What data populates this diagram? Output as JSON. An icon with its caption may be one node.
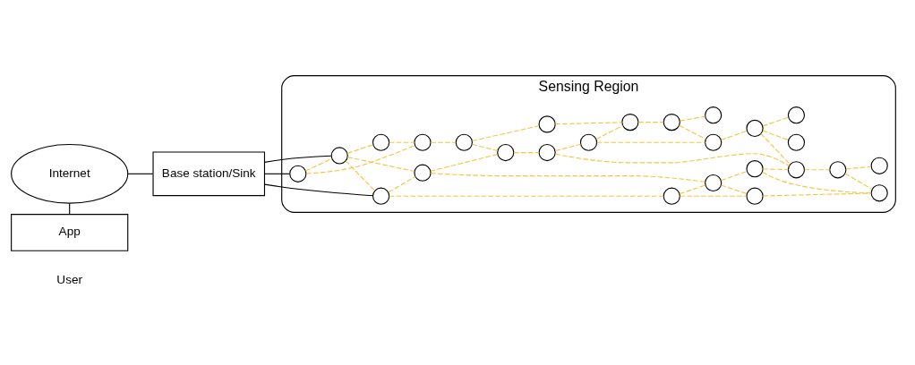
{
  "diagram": {
    "nodes": [
      {
        "text": [
          "Internet"
        ]
      },
      {
        "text": [
          "App"
        ],
        "beside": [
          "User"
        ]
      },
      {
        "text": [
          "Base station/Sink"
        ]
      },
      {
        "text": [
          "Sensing Region"
        ]
      },
      {
        "text": [],
        "shape": "circle",
        "in": 3
      },
      {
        "text": [],
        "shape": "circle",
        "in": 3
      },
      {
        "text": [],
        "shape": "circle",
        "in": 3
      },
      {
        "text": [],
        "shape": "circle",
        "in": 3
      },
      {
        "text": [],
        "shape": "circle",
        "in": 3
      },
      {
        "text": [],
        "shape": "circle",
        "in": 3
      },
      {
        "text": [],
        "shape": "circle",
        "in": 3
      },
      {
        "text": [],
        "shape": "circle",
        "in": 3
      },
      {
        "text": [],
        "shape": "circle",
        "in": 3
      },
      {
        "text": [],
        "shape": "circle",
        "in": 3
      },
      {
        "text": [],
        "shape": "circle",
        "in": 3
      },
      {
        "text": [],
        "shape": "circle",
        "in": 3
      },
      {
        "text": [],
        "shape": "circle",
        "in": 3
      },
      {
        "text": [],
        "shape": "circle",
        "in": 3
      },
      {
        "text": [],
        "shape": "circle",
        "in": 3
      },
      {
        "text": [],
        "shape": "circle",
        "in": 3
      },
      {
        "text": [],
        "shape": "circle",
        "in": 3
      },
      {
        "text": [],
        "shape": "circle",
        "in": 3
      },
      {
        "text": [],
        "shape": "circle",
        "in": 3
      },
      {
        "text": [],
        "shape": "circle",
        "in": 3
      },
      {
        "text": [],
        "shape": "circle",
        "in": 3
      },
      {
        "text": [],
        "shape": "circle",
        "in": 3
      },
      {
        "text": [],
        "shape": "circle",
        "in": 3
      },
      {
        "text": [],
        "shape": "circle",
        "in": 3
      },
      {
        "text": [],
        "shape": "circle",
        "in": 3
      },
      {
        "text": [],
        "shape": "circle",
        "in": 3
      }
    ],
    "edges": [
      {
        "from": 0,
        "to": 1,
        "arrow": "none",
        "color": "#000000"
      },
      {
        "from": 0,
        "to": 2,
        "arrow": "none",
        "color": "#000000"
      },
      {
        "from": 2,
        "to": 6,
        "arrow": "none",
        "color": "#000000"
      },
      {
        "from": 2,
        "to": 4,
        "arrow": "none",
        "color": "#000000"
      },
      {
        "from": 2,
        "to": 5,
        "arrow": "none",
        "color": "#000000"
      },
      {
        "from": 6,
        "to": 10,
        "arrow": "none",
        "style": "dashed",
        "color": "#f5c542"
      },
      {
        "from": 10,
        "to": 13,
        "arrow": "none",
        "style": "dashed",
        "color": "#f5c542"
      },
      {
        "from": 13,
        "to": 16,
        "arrow": "none",
        "style": "dashed",
        "color": "#f5c542"
      },
      {
        "from": 6,
        "to": 4,
        "arrow": "none",
        "style": "dashed",
        "color": "#f5c542"
      },
      {
        "from": 4,
        "to": 7,
        "arrow": "none",
        "style": "dashed",
        "color": "#f5c542"
      },
      {
        "from": 7,
        "to": 10,
        "arrow": "none",
        "style": "dashed",
        "color": "#f5c542"
      },
      {
        "from": 4,
        "to": 8,
        "arrow": "none",
        "style": "dashed",
        "color": "#f5c542"
      },
      {
        "from": 4,
        "to": 5,
        "arrow": "none",
        "style": "dashed",
        "color": "#f5c542"
      },
      {
        "from": 8,
        "to": 11,
        "arrow": "none",
        "style": "dashed",
        "color": "#f5c542"
      },
      {
        "from": 11,
        "to": 14,
        "arrow": "none",
        "style": "dashed",
        "color": "#f5c542"
      },
      {
        "from": 8,
        "to": 12,
        "arrow": "none",
        "style": "dashed",
        "color": "#f5c542"
      },
      {
        "from": 5,
        "to": 8,
        "arrow": "none",
        "style": "dashed",
        "color": "#f5c542"
      },
      {
        "from": 5,
        "to": 9,
        "arrow": "none",
        "style": "dashed",
        "color": "#f5c542"
      },
      {
        "from": 9,
        "to": 12,
        "arrow": "none",
        "style": "dashed",
        "color": "#f5c542"
      },
      {
        "from": 9,
        "to": 15,
        "arrow": "none",
        "style": "dashed",
        "color": "#f5c542"
      },
      {
        "from": 12,
        "to": 15,
        "arrow": "none",
        "style": "dashed",
        "color": "#f5c542"
      },
      {
        "from": 12,
        "to": 17,
        "arrow": "none",
        "style": "dashed",
        "color": "#f5c542"
      },
      {
        "from": 13,
        "to": 11,
        "arrow": "none",
        "style": "dashed",
        "color": "#f5c542"
      },
      {
        "from": 14,
        "to": 18,
        "arrow": "none",
        "style": "dashed",
        "color": "#f5c542"
      },
      {
        "from": 14,
        "to": 21,
        "arrow": "none",
        "style": "dashed",
        "color": "#f5c542"
      },
      {
        "from": 18,
        "to": 19,
        "arrow": "none",
        "style": "dashed",
        "color": "#f5c542"
      },
      {
        "from": 18,
        "to": 22,
        "arrow": "none",
        "style": "dashed",
        "color": "#f5c542"
      },
      {
        "from": 16,
        "to": 19,
        "arrow": "none",
        "style": "dashed",
        "color": "#f5c542"
      },
      {
        "from": 19,
        "to": 25,
        "arrow": "none",
        "style": "dashed",
        "color": "#f5c542"
      },
      {
        "from": 25,
        "to": 27,
        "arrow": "none",
        "style": "dashed",
        "color": "#f5c542"
      },
      {
        "from": 25,
        "to": 22,
        "arrow": "none",
        "style": "dashed",
        "color": "#f5c542"
      },
      {
        "from": 22,
        "to": 24,
        "arrow": "none",
        "style": "dashed",
        "color": "#f5c542"
      },
      {
        "from": 24,
        "to": 28,
        "arrow": "none",
        "style": "dashed",
        "color": "#f5c542"
      },
      {
        "from": 24,
        "to": 29,
        "arrow": "none",
        "style": "dashed",
        "color": "#f5c542"
      },
      {
        "from": 24,
        "to": 21,
        "arrow": "none",
        "style": "dashed",
        "color": "#f5c542"
      },
      {
        "from": 21,
        "to": 23,
        "arrow": "none",
        "style": "dashed",
        "color": "#f5c542"
      },
      {
        "from": 23,
        "to": 20,
        "arrow": "none",
        "style": "dashed",
        "color": "#f5c542"
      },
      {
        "from": 23,
        "to": 26,
        "arrow": "none",
        "style": "dashed",
        "color": "#f5c542"
      },
      {
        "from": 17,
        "to": 21,
        "arrow": "none",
        "style": "dashed",
        "color": "#f5c542"
      },
      {
        "from": 17,
        "to": 20,
        "arrow": "none",
        "style": "dashed",
        "color": "#f5c542"
      },
      {
        "from": 15,
        "to": 20,
        "arrow": "none",
        "style": "dashed",
        "color": "#f5c542"
      }
    ]
  }
}
